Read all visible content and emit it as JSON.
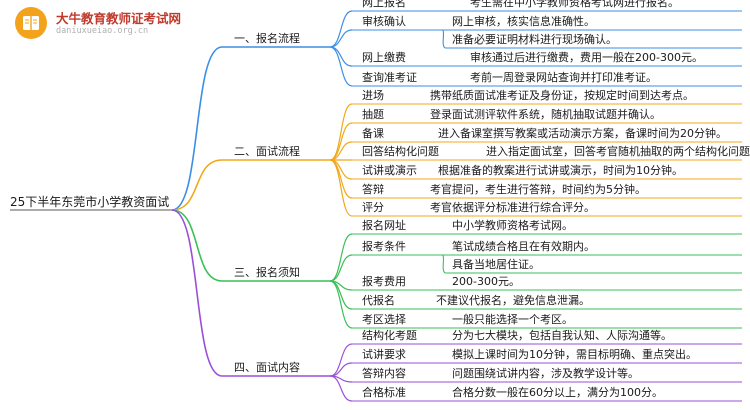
{
  "brand": {
    "name": "大牛教育教师证考试网",
    "url": "daniuxueiao.org.cn"
  },
  "colors": {
    "s1": "#3b8ee6",
    "s2": "#f0a818",
    "s3": "#3bbf57",
    "s4": "#9b4fd9"
  },
  "root": "25下半年东莞市小学教资面试",
  "sections": [
    {
      "title": "一、报名流程",
      "items": [
        {
          "label": "网上报名",
          "desc": [
            "考生需在中小学教师资格考试网进行报名。"
          ]
        },
        {
          "label": "审核确认",
          "desc": [
            "网上审核，核实信息准确性。",
            "准备必要证明材料进行现场确认。"
          ]
        },
        {
          "label": "网上缴费",
          "desc": [
            "审核通过后进行缴费，费用一般在200-300元。"
          ]
        },
        {
          "label": "查询准考证",
          "desc": [
            "考前一周登录网站查询并打印准考证。"
          ]
        }
      ]
    },
    {
      "title": "二、面试流程",
      "items": [
        {
          "label": "进场",
          "desc": [
            "携带纸质面试准考证及身份证，按规定时间到达考点。"
          ]
        },
        {
          "label": "抽题",
          "desc": [
            "登录面试测评软件系统，随机抽取试题并确认。"
          ]
        },
        {
          "label": "备课",
          "desc": [
            "进入备课室撰写教案或活动演示方案，备课时间为20分钟。"
          ]
        },
        {
          "label": "回答结构化问题",
          "desc": [
            "进入指定面试室，回答考官随机抽取的两个结构化问题。"
          ]
        },
        {
          "label": "试讲或演示",
          "desc": [
            "根据准备的教案进行试讲或演示，时间为10分钟。"
          ]
        },
        {
          "label": "答辩",
          "desc": [
            "考官提问，考生进行答辩，时间约为5分钟。"
          ]
        },
        {
          "label": "评分",
          "desc": [
            "考官依据评分标准进行综合评分。"
          ]
        }
      ]
    },
    {
      "title": "三、报名须知",
      "items": [
        {
          "label": "报名网址",
          "desc": [
            "中小学教师资格考试网。"
          ]
        },
        {
          "label": "报考条件",
          "desc": [
            "笔试成绩合格且在有效期内。",
            "具备当地居住证。"
          ]
        },
        {
          "label": "报考费用",
          "desc": [
            "200-300元。"
          ]
        },
        {
          "label": "代报名",
          "desc": [
            "不建议代报名，避免信息泄漏。"
          ]
        },
        {
          "label": "考区选择",
          "desc": [
            "一般只能选择一个考区。"
          ]
        }
      ]
    },
    {
      "title": "四、面试内容",
      "items": [
        {
          "label": "结构化考题",
          "desc": [
            "分为七大模块，包括自我认知、人际沟通等。"
          ]
        },
        {
          "label": "试讲要求",
          "desc": [
            "模拟上课时间为10分钟，需目标明确、重点突出。"
          ]
        },
        {
          "label": "答辩内容",
          "desc": [
            "问题围绕试讲内容，涉及教学设计等。"
          ]
        },
        {
          "label": "合格标准",
          "desc": [
            "合格分数一般在60分以上，满分为100分。"
          ]
        }
      ]
    }
  ]
}
